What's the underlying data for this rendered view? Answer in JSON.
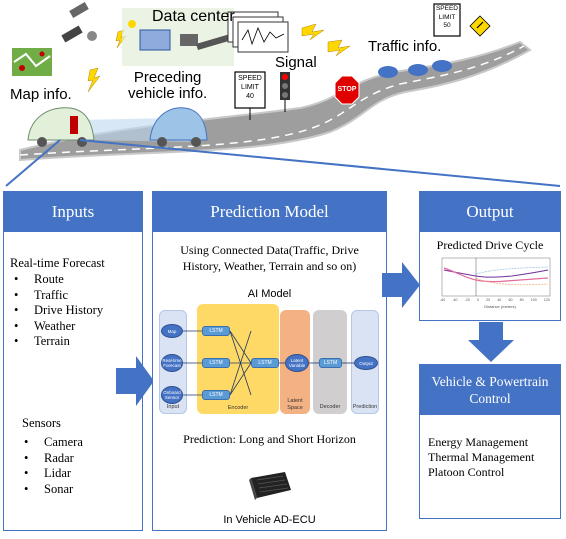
{
  "top_scene": {
    "data_center": "Data center",
    "map_info": "Map info.",
    "preceding_vehicle_info": "Preceding\nvehicle info.",
    "signal": "Signal",
    "traffic_info": "Traffic info.",
    "speed_sign_1": "SPEED\nLIMIT\n40",
    "speed_sign_2": "SPEED\nLIMIT\n50",
    "stop_sign": "STOP"
  },
  "inputs_panel": {
    "title": "Inputs",
    "forecast_heading": "Real-time Forecast",
    "forecast_items": [
      "Route",
      "Traffic",
      "Drive History",
      "Weather",
      "Terrain"
    ],
    "sensors_heading": "Sensors",
    "sensor_items": [
      "Camera",
      "Radar",
      "Lidar",
      "Sonar"
    ]
  },
  "prediction_panel": {
    "title": "Prediction Model",
    "description": "Using Connected Data(Traffic, Drive History, Weather, Terrain and so on)",
    "ai_model_title": "AI Model",
    "input_nodes": [
      "Map",
      "Real-time Forecast",
      "Onboard Sensor"
    ],
    "lstm_label": "LSTM",
    "latent_variable": "Latent Variable",
    "output_node": "Output",
    "section_labels": {
      "input": "Input",
      "encoder": "Encoder",
      "latent": "Latent Space",
      "decoder": "Decoder",
      "prediction": "Prediction"
    },
    "horizon_text": "Prediction: Long and Short Horizon",
    "ecu_label": "In Vehicle AD-ECU"
  },
  "output_panel": {
    "title": "Output",
    "subtitle": "Predicted Drive Cycle",
    "mini_chart_xlabel": "Distance (meters)",
    "mini_chart_xticks": [
      "-60",
      "-40",
      "-20",
      "0",
      "20",
      "40",
      "60",
      "80",
      "100",
      "120"
    ]
  },
  "control_panel": {
    "title": "Vehicle & Powertrain Control",
    "items": [
      "Energy Management",
      "Thermal Management",
      "Platoon Control"
    ]
  },
  "colors": {
    "accent_blue": "#4472c4",
    "encoder_yellow": "#ffd966",
    "latent_orange": "#f4b183",
    "decoder_gray": "#d0cece",
    "ai_bg_blue": "#dae3f3"
  }
}
